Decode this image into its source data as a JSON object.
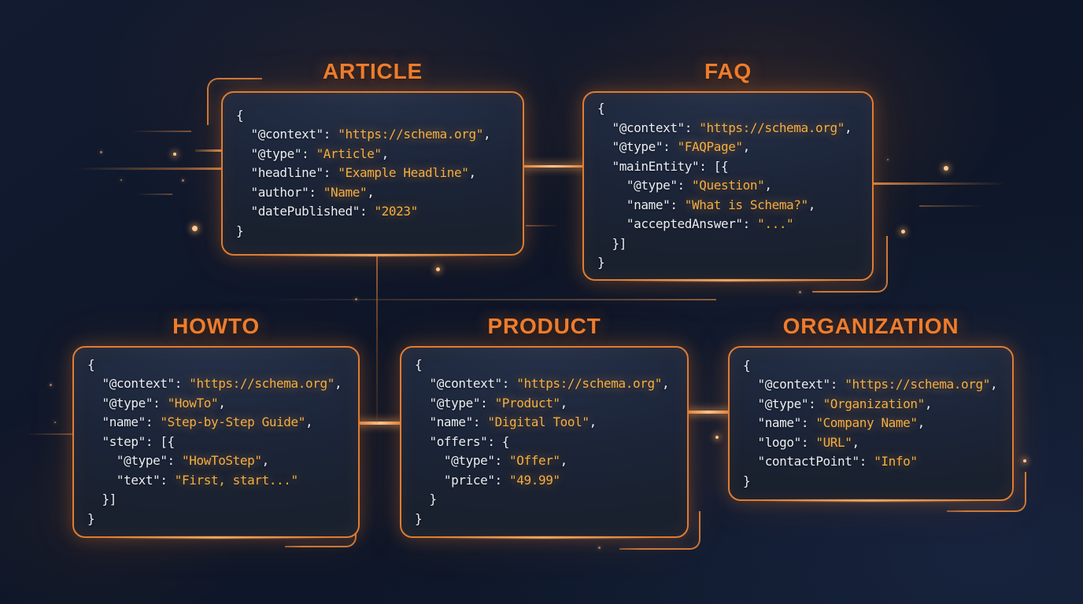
{
  "page": {
    "background": "#0e1628",
    "accent": "#ee7d2e",
    "value_color": "#f5ae45",
    "key_color": "#eceef3",
    "border_color": "#e07c31"
  },
  "cards": [
    {
      "id": "article",
      "title": "ARTICLE",
      "code": [
        "{",
        "  \"@context\": ⟨\"https://schema.org\"⟩,",
        "  \"@type\": ⟨\"Article\"⟩,",
        "  \"headline\": ⟨\"Example Headline\"⟩,",
        "  \"author\": ⟨\"Name\"⟩,",
        "  \"datePublished\": ⟨\"2023\"⟩",
        "}"
      ]
    },
    {
      "id": "faq",
      "title": "FAQ",
      "code": [
        "{",
        "  \"@context\": ⟨\"https://schema.org\"⟩,",
        "  \"@type\": ⟨\"FAQPage\"⟩,",
        "  \"mainEntity\": [{",
        "    \"@type\": ⟨\"Question\"⟩,",
        "    \"name\": ⟨\"What is Schema?\"⟩,",
        "    \"acceptedAnswer\": ⟨\"...\"⟩",
        "  }]",
        "}"
      ]
    },
    {
      "id": "howto",
      "title": "HOWTO",
      "code": [
        "{",
        "  \"@context\": ⟨\"https://schema.org\"⟩,",
        "  \"@type\": ⟨\"HowTo\"⟩,",
        "  \"name\": ⟨\"Step-by-Step Guide\"⟩,",
        "  \"step\": [{",
        "    \"@type\": ⟨\"HowToStep\"⟩,",
        "    \"text\": ⟨\"First, start...\"⟩",
        "  }]",
        "}"
      ]
    },
    {
      "id": "product",
      "title": "PRODUCT",
      "code": [
        "{",
        "  \"@context\": ⟨\"https://schema.org\"⟩,",
        "  \"@type\": ⟨\"Product\"⟩,",
        "  \"name\": ⟨\"Digital Tool\"⟩,",
        "  \"offers\": {",
        "    \"@type\": ⟨\"Offer\"⟩,",
        "    \"price\": ⟨\"49.99\"⟩",
        "  }",
        "}"
      ]
    },
    {
      "id": "organization",
      "title": "ORGANIZATION",
      "code": [
        "{",
        "  \"@context\": ⟨\"https://schema.org\"⟩,",
        "  \"@type\": ⟨\"Organization\"⟩,",
        "  \"name\": ⟨\"Company Name\"⟩,",
        "  \"logo\": ⟨\"URL\"⟩,",
        "  \"contactPoint\": ⟨\"Info\"⟩",
        "}"
      ]
    }
  ]
}
